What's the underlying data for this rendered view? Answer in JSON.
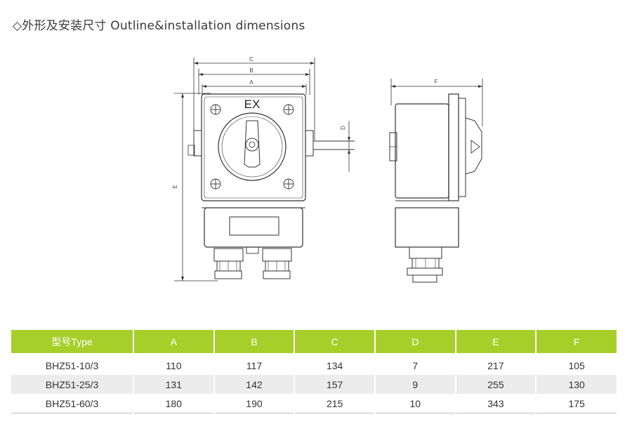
{
  "heading": "◇外形及安装尺寸 Outline&installation dimensions",
  "drawing": {
    "front_label": "EX",
    "dims": {
      "a": "A",
      "b": "B",
      "c": "C",
      "d": "D",
      "e": "E",
      "f": "F"
    }
  },
  "table": {
    "headers": [
      "型号Type",
      "A",
      "B",
      "C",
      "D",
      "E",
      "F"
    ],
    "rows": [
      [
        "BHZ51-10/3",
        "110",
        "117",
        "134",
        "7",
        "217",
        "105"
      ],
      [
        "BHZ51-25/3",
        "131",
        "142",
        "157",
        "9",
        "255",
        "130"
      ],
      [
        "BHZ51-60/3",
        "180",
        "190",
        "215",
        "10",
        "343",
        "175"
      ]
    ]
  },
  "colors": {
    "header_bg": "#a6cf2a",
    "header_text": "#ffffff",
    "alt_row": "#ececec"
  }
}
